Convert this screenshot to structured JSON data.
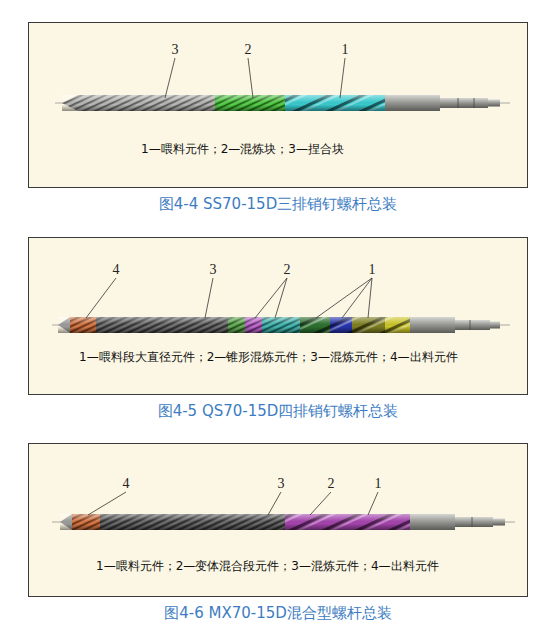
{
  "diagram": {
    "nodes": [
      {
        "text": [
          "1—喂料元件；2—混炼块；3—捏合块",
          "图4-4 SS70-15D三排销钉螺杆总装"
        ]
      },
      {
        "text": [
          "1—喂料段大直径元件；2—锥形混炼元件；3—混炼元件；4—出料元件",
          "图4-5 QS70-15D四排销钉螺杆总装"
        ]
      },
      {
        "text": [
          "1—喂料元件；2—变体混合段元件；3—混炼元件；4—出料元件",
          "图4-6 MX70-15D混合型螺杆总装"
        ]
      }
    ],
    "labels": [
      "3",
      "2",
      "1",
      "4",
      "3",
      "2",
      "1",
      "4",
      "3",
      "2",
      "1"
    ]
  }
}
